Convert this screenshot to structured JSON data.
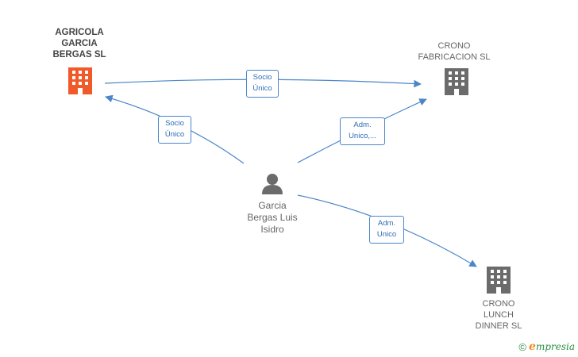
{
  "nodes": {
    "agricola": {
      "lines": [
        "AGRICOLA",
        "GARCIA",
        "BERGAS SL"
      ],
      "color": "#f05a28"
    },
    "crono_fab": {
      "lines": [
        "CRONO",
        "FABRICACION SL"
      ],
      "color": "#6b6b6b"
    },
    "person": {
      "lines": [
        "Garcia",
        "Bergas Luis",
        "Isidro"
      ],
      "color": "#6b6b6b"
    },
    "crono_lunch": {
      "lines": [
        "CRONO",
        "LUNCH",
        "DINNER SL"
      ],
      "color": "#6b6b6b"
    }
  },
  "edges": {
    "e1": {
      "lines": [
        "Socio",
        "Único"
      ]
    },
    "e2": {
      "lines": [
        "Socio",
        "Único"
      ]
    },
    "e3": {
      "lines": [
        "Adm.",
        "Unico,..."
      ]
    },
    "e4": {
      "lines": [
        "Adm.",
        "Unico"
      ]
    }
  },
  "footer": {
    "copyright": "©",
    "brand_e": "e",
    "brand_rest": "mpresia"
  },
  "colors": {
    "edge": "#4a86c8",
    "company": "#6b6b6b",
    "highlight": "#f05a28"
  }
}
